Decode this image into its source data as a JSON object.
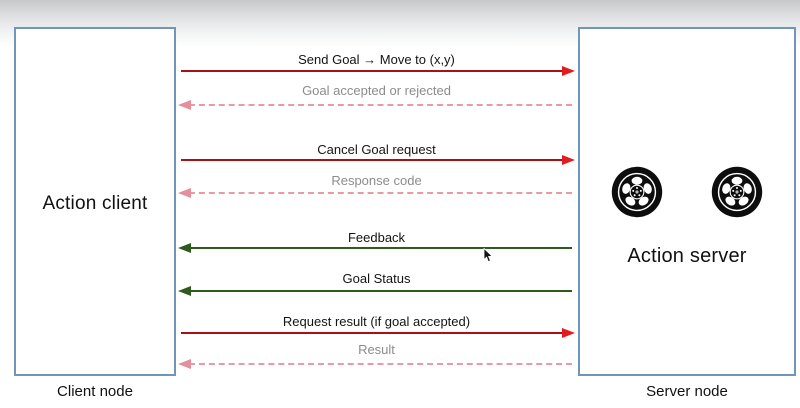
{
  "diagram": {
    "title_context": "ROS action client-server communication",
    "client": {
      "title": "Action client",
      "caption": "Client node"
    },
    "server": {
      "title": "Action server",
      "caption": "Server node",
      "icons": [
        "wheel-icon",
        "wheel-icon"
      ]
    },
    "messages": [
      {
        "label": "Send Goal → Move to (x,y)",
        "direction": "client-to-server",
        "line_style": "solid",
        "color": "#cc1418",
        "label_color": "#141414"
      },
      {
        "label": "Goal accepted or rejected",
        "direction": "server-to-client",
        "line_style": "dashed",
        "color": "#e79ba5",
        "label_color": "#8c8c8c"
      },
      {
        "label": "Cancel Goal request",
        "direction": "client-to-server",
        "line_style": "solid",
        "color": "#cc1418",
        "label_color": "#141414"
      },
      {
        "label": "Response code",
        "direction": "server-to-client",
        "line_style": "dashed",
        "color": "#e79ba5",
        "label_color": "#8c8c8c"
      },
      {
        "label": "Feedback",
        "direction": "server-to-client",
        "line_style": "solid",
        "color": "#2f5a1d",
        "label_color": "#141414"
      },
      {
        "label": "Goal Status",
        "direction": "server-to-client",
        "line_style": "solid",
        "color": "#2f5a1d",
        "label_color": "#141414"
      },
      {
        "label": "Request result (if goal accepted)",
        "direction": "client-to-server",
        "line_style": "solid",
        "color": "#cc1418",
        "label_color": "#141414"
      },
      {
        "label": "Result",
        "direction": "server-to-client",
        "line_style": "dashed",
        "color": "#e79ba5",
        "label_color": "#8c8c8c"
      }
    ],
    "colors": {
      "box_border": "#7296bb",
      "solid_request_red": "#cc1418",
      "feedback_green": "#2f5a1d",
      "dashed_response_pink": "#e79ba5",
      "muted_label_gray": "#8c8c8c"
    }
  }
}
